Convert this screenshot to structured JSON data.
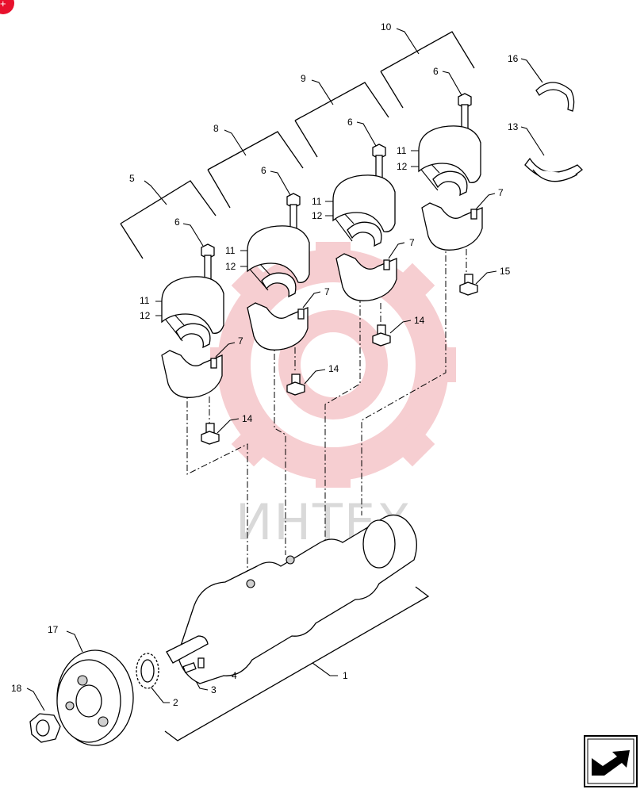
{
  "watermark": {
    "text": "ИНТЕХ",
    "color": "#f2b7bd"
  },
  "badge": {
    "color": "#e8112d",
    "symbol": "+"
  },
  "callouts": [
    {
      "id": "c10",
      "label": "10"
    },
    {
      "id": "c9",
      "label": "9"
    },
    {
      "id": "c8",
      "label": "8"
    },
    {
      "id": "c5",
      "label": "5"
    },
    {
      "id": "c6a",
      "label": "6"
    },
    {
      "id": "c6b",
      "label": "6"
    },
    {
      "id": "c6c",
      "label": "6"
    },
    {
      "id": "c6d",
      "label": "6"
    },
    {
      "id": "c16",
      "label": "16"
    },
    {
      "id": "c13",
      "label": "13"
    },
    {
      "id": "c11a",
      "label": "11"
    },
    {
      "id": "c12a",
      "label": "12"
    },
    {
      "id": "c11b",
      "label": "11"
    },
    {
      "id": "c12b",
      "label": "12"
    },
    {
      "id": "c11c",
      "label": "11"
    },
    {
      "id": "c12c",
      "label": "12"
    },
    {
      "id": "c11d",
      "label": "11"
    },
    {
      "id": "c12d",
      "label": "12"
    },
    {
      "id": "c7a",
      "label": "7"
    },
    {
      "id": "c7b",
      "label": "7"
    },
    {
      "id": "c7c",
      "label": "7"
    },
    {
      "id": "c7d",
      "label": "7"
    },
    {
      "id": "c15",
      "label": "15"
    },
    {
      "id": "c14a",
      "label": "14"
    },
    {
      "id": "c14b",
      "label": "14"
    },
    {
      "id": "c14c",
      "label": "14"
    },
    {
      "id": "c1",
      "label": "1"
    },
    {
      "id": "c17",
      "label": "17"
    },
    {
      "id": "c18",
      "label": "18"
    },
    {
      "id": "c2",
      "label": "2"
    },
    {
      "id": "c3",
      "label": "3"
    },
    {
      "id": "c4",
      "label": "4"
    }
  ],
  "nav": {
    "icon": "next-page-arrow-icon"
  }
}
